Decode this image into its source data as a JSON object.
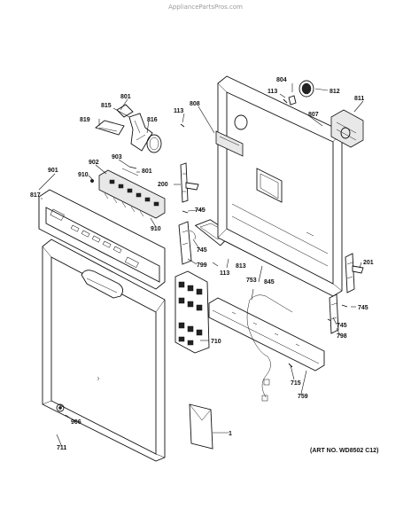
{
  "watermark": "AppliancePartsPros.com",
  "art_number": "(ART NO. WD8502 C12)",
  "callouts": {
    "c801a": "801",
    "c815": "815",
    "c819": "819",
    "c816": "816",
    "c113a": "113",
    "c808": "808",
    "c804": "804",
    "c113b": "113",
    "c812": "812",
    "c807": "807",
    "c811": "811",
    "c901": "901",
    "c902": "902",
    "c903": "903",
    "c801b": "801",
    "c910a": "910",
    "c817": "817",
    "c910b": "910",
    "c200": "200",
    "c745a": "745",
    "c745b": "745",
    "c799": "799",
    "c813": "813",
    "c113c": "113",
    "c845": "845",
    "c753": "753",
    "c201": "201",
    "c745c": "745",
    "c745d": "745",
    "c798": "798",
    "c710": "710",
    "c715": "715",
    "c759": "759",
    "c906": "906",
    "c711": "711",
    "c1": "1"
  }
}
